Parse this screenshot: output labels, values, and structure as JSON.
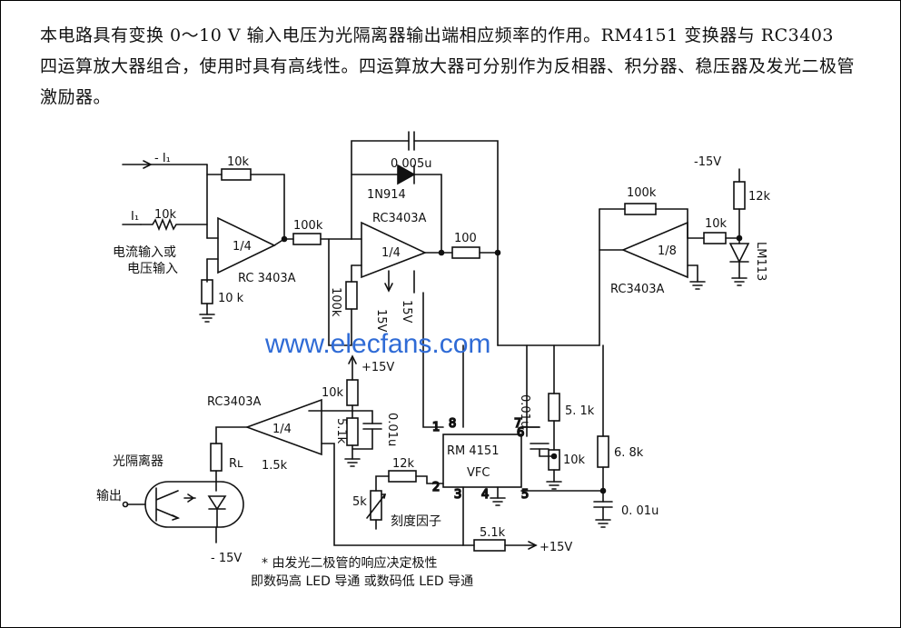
{
  "description": "本电路具有变换 0～10 V 输入电压为光隔离器输出端相应频率的作用。RM4151 变换器与 RC3403 四运算放大器组合，使用时具有高线性。四运算放大器可分别作为反相器、积分器、稳压器及发光二极管激励器。",
  "labels": {
    "i1": "- I₁",
    "i1b": "I₁",
    "r10k_a": "10k",
    "r10k_b": "10k",
    "input_1": "电流输入或",
    "input_2": "电压输入",
    "op1": "1/4",
    "op1_name": "RC 3403A",
    "r10k_gnd": "10 k",
    "r100k_in": "100k",
    "cap_top": "0.005u",
    "diode": "1N914",
    "op2_name": "RC3403A",
    "op2": "1/4",
    "r100_out": "100",
    "r100k_v": "100k",
    "v15_a": "15V",
    "v15_b": "15V",
    "plus15_a": "+15V",
    "r10k_div": "10k",
    "r5_1k_div": "5.1k",
    "c_0_01u_a": "0.01u",
    "op3_name": "RC3403A",
    "op3": "1/4",
    "r1_5k": "1.5k",
    "rl": "Rʟ",
    "opto_label": "光隔离器",
    "output_label": "输出",
    "minus15_b": "- 15V",
    "r12k_in": "12k",
    "r5k_pot": "5k",
    "scale": "刻度因子",
    "vfc_chip": "RM 4151",
    "vfc": "VFC",
    "pin1": "1",
    "pin8": "8",
    "pin7": "7",
    "pin6": "6",
    "pin2": "2",
    "pin3": "3",
    "pin4": "4",
    "pin5": "5",
    "c_0_01u_b": "0.01u",
    "r5_1k_right": "5. 1k",
    "r10k_right": "10k",
    "r6_8k": "6. 8k",
    "c_0_01u_c": "0. 01u",
    "r5_1k_bot": "5.1k",
    "plus15_b": "+15V",
    "note_1": "* 由发光二极管的响应决定极性",
    "note_2": "即数码高 LED 导通 或数码低 LED 导通",
    "minus15_top": "-15V",
    "r12k_led": "12k",
    "r100k_fb": "100k",
    "r10k_led": "10k",
    "op4": "1/8",
    "op4_name": "RC3403A",
    "led": "LM113",
    "watermark": "www.elecfans.com"
  }
}
